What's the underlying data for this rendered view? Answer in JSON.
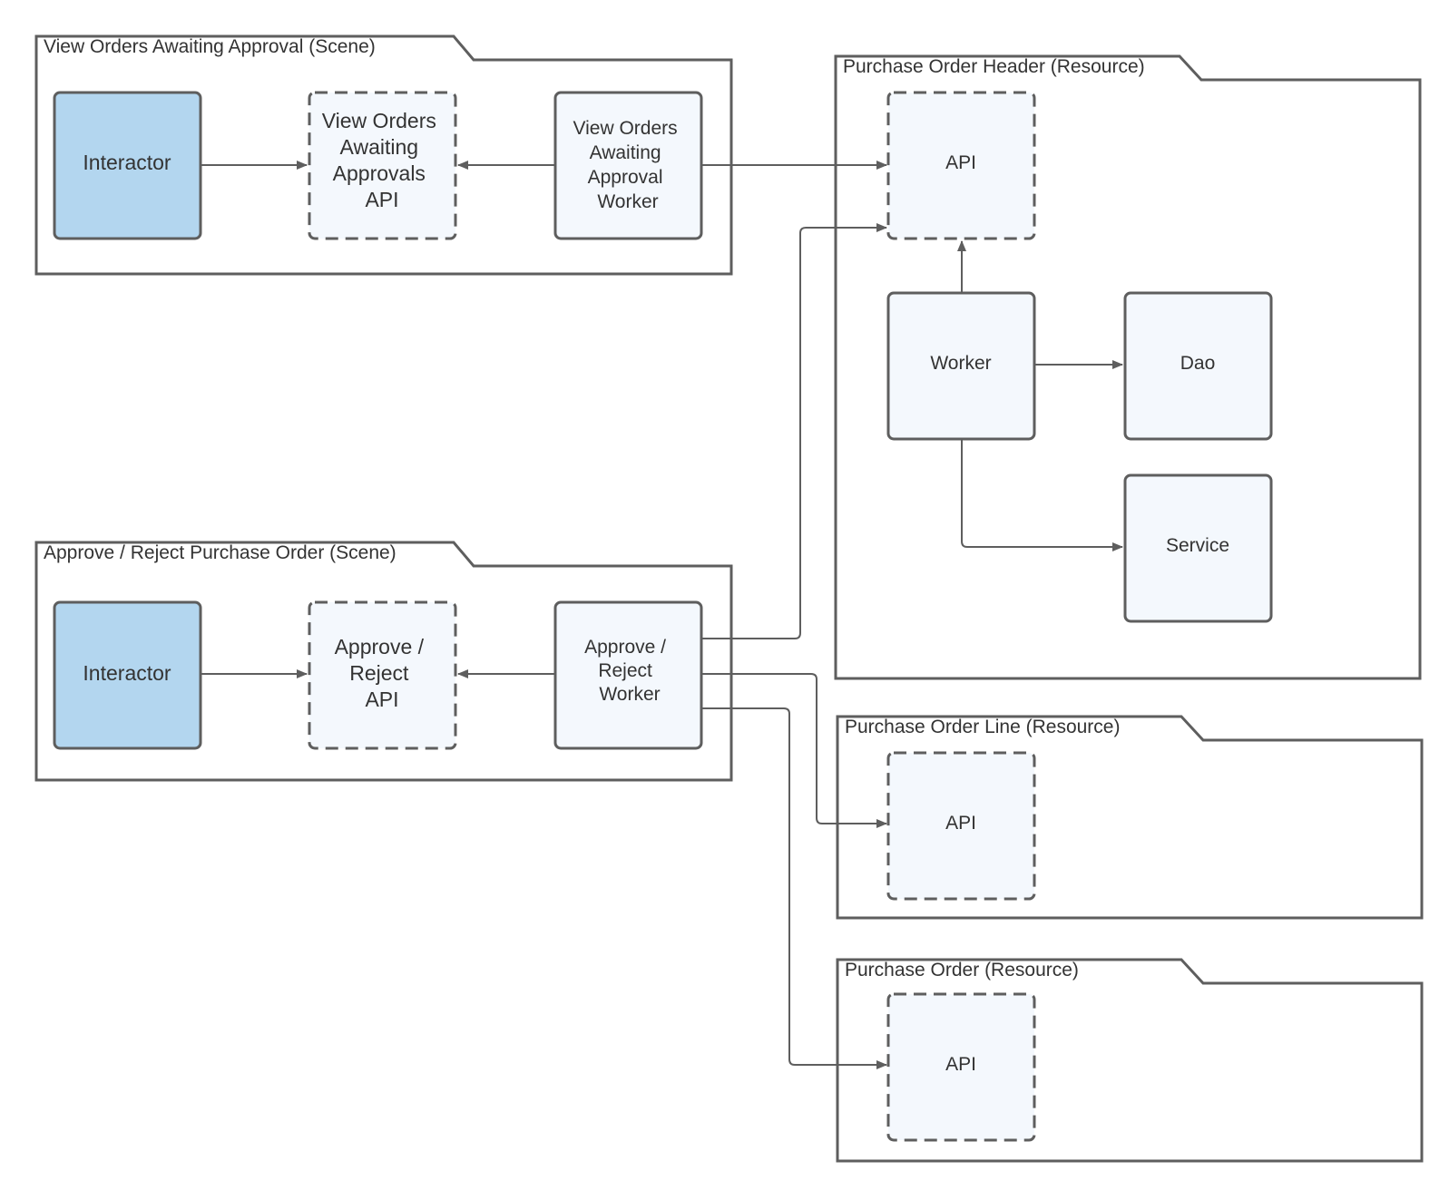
{
  "colors": {
    "actor_fill": "#b3d6ef",
    "node_fill": "#f4f8fd",
    "stroke": "#5e5e5e",
    "text": "#333333"
  },
  "packages": {
    "view_scene": "View Orders Awaiting Approval (Scene)",
    "approve_scene": "Approve / Reject Purchase Order (Scene)",
    "po_header": "Purchase Order Header (Resource)",
    "po_line": "Purchase Order Line (Resource)",
    "po": "Purchase Order (Resource)"
  },
  "nodes": {
    "view_interactor": [
      "Interactor"
    ],
    "view_api": [
      "View Orders",
      "Awaiting",
      "Approvals",
      "API"
    ],
    "view_worker": [
      "View Orders",
      "Awaiting",
      "Approval",
      "Worker"
    ],
    "approve_interactor": [
      "Interactor"
    ],
    "approve_api": [
      "Approve /",
      "Reject",
      "API"
    ],
    "approve_worker": [
      "Approve /",
      "Reject",
      "Worker"
    ],
    "header_api": [
      "API"
    ],
    "header_worker": [
      "Worker"
    ],
    "header_dao": [
      "Dao"
    ],
    "header_service": [
      "Service"
    ],
    "line_api": [
      "API"
    ],
    "po_api": [
      "API"
    ]
  }
}
